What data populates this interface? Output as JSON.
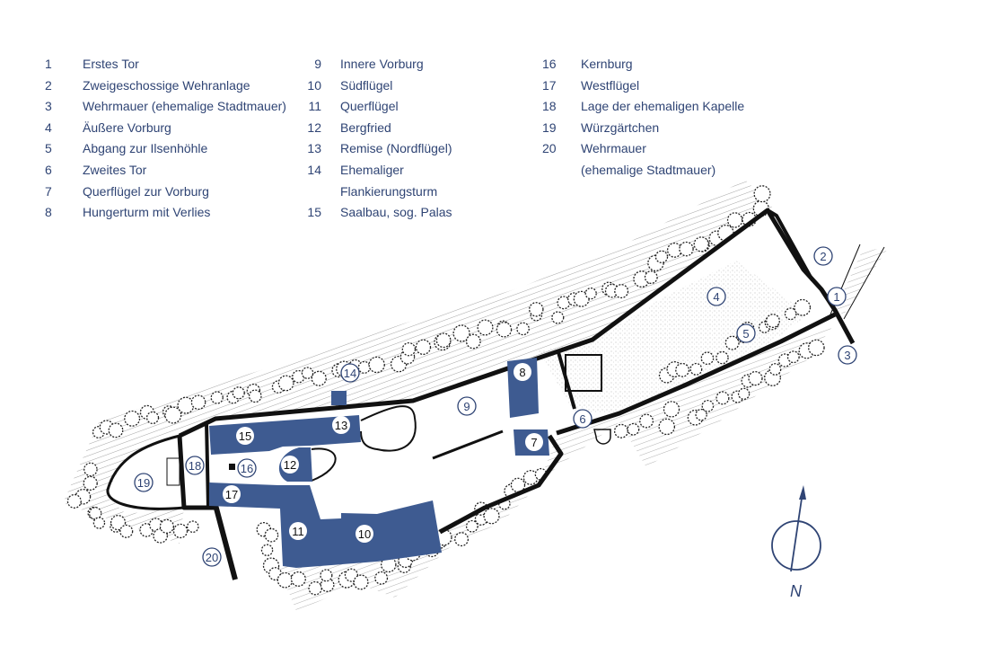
{
  "legend": {
    "columns": [
      [
        {
          "num": "1",
          "label": "Erstes Tor"
        },
        {
          "num": "2",
          "label": "Zweigeschossige Wehranlage"
        },
        {
          "num": "3",
          "label": "Wehrmauer (ehemalige Stadtmauer)"
        },
        {
          "num": "4",
          "label": "Äußere Vorburg"
        },
        {
          "num": "5",
          "label": "Abgang zur Ilsenhöhle"
        },
        {
          "num": "6",
          "label": "Zweites Tor"
        },
        {
          "num": "7",
          "label": "Querflügel zur Vorburg"
        },
        {
          "num": "8",
          "label": "Hungerturm mit Verlies"
        }
      ],
      [
        {
          "num": "9",
          "label": "Innere Vorburg"
        },
        {
          "num": "10",
          "label": "Südflügel"
        },
        {
          "num": "11",
          "label": "Querflügel"
        },
        {
          "num": "12",
          "label": "Bergfried"
        },
        {
          "num": "13",
          "label": "Remise (Nordflügel)"
        },
        {
          "num": "14",
          "label": "Ehemaliger",
          "label2": "Flankierungsturm"
        },
        {
          "num": "15",
          "label": "Saalbau, sog. Palas"
        }
      ],
      [
        {
          "num": "16",
          "label": "Kernburg"
        },
        {
          "num": "17",
          "label": "Westflügel"
        },
        {
          "num": "18",
          "label": "Lage der ehemaligen Kapelle"
        },
        {
          "num": "19",
          "label": "Würzgärtchen"
        },
        {
          "num": "20",
          "label": "Wehrmauer",
          "label2": "(ehemalige Stadtmauer)"
        }
      ]
    ]
  },
  "map": {
    "markers": [
      {
        "num": "1",
        "style": "outline"
      },
      {
        "num": "2",
        "style": "outline"
      },
      {
        "num": "3",
        "style": "outline"
      },
      {
        "num": "4",
        "style": "outline"
      },
      {
        "num": "5",
        "style": "outline"
      },
      {
        "num": "6",
        "style": "outline"
      },
      {
        "num": "7",
        "style": "filled"
      },
      {
        "num": "8",
        "style": "filled"
      },
      {
        "num": "9",
        "style": "outline"
      },
      {
        "num": "10",
        "style": "filled"
      },
      {
        "num": "11",
        "style": "filled"
      },
      {
        "num": "12",
        "style": "filled"
      },
      {
        "num": "13",
        "style": "filled"
      },
      {
        "num": "14",
        "style": "outline"
      },
      {
        "num": "15",
        "style": "filled"
      },
      {
        "num": "16",
        "style": "outline"
      },
      {
        "num": "17",
        "style": "filled"
      },
      {
        "num": "18",
        "style": "outline"
      },
      {
        "num": "19",
        "style": "outline"
      },
      {
        "num": "20",
        "style": "outline"
      }
    ],
    "compass_label": "N"
  },
  "colors": {
    "text": "#2f4474",
    "building": "#3e5b91",
    "wall": "#111111"
  }
}
